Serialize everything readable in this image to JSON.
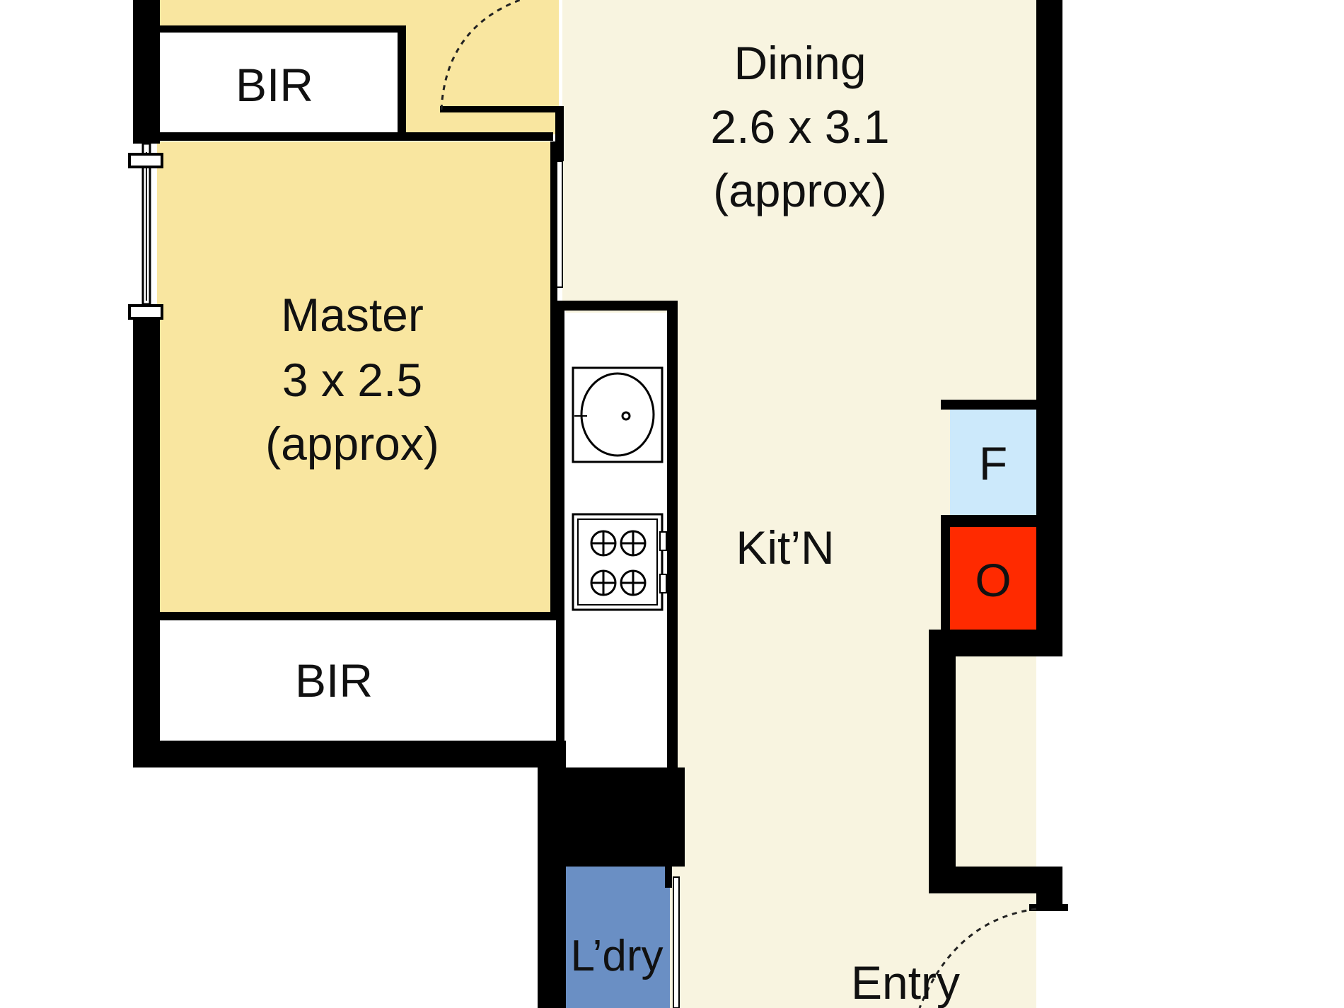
{
  "colors": {
    "bedroom": "#f9e6a0",
    "living": "#f8f4e0",
    "fridge": "#cce9fb",
    "oven": "#ff2a00",
    "laundry": "#6a8fc4",
    "wall": "#000000",
    "robe": "#ffffff"
  },
  "rooms": {
    "dining": {
      "name": "Dining",
      "size": "2.6 x 3.1",
      "note": "(approx)"
    },
    "master": {
      "name": "Master",
      "size": "3 x 2.5",
      "note": "(approx)"
    },
    "bir_top": {
      "name": "BIR"
    },
    "bir_bottom": {
      "name": "BIR"
    },
    "kitchen": {
      "name": "Kit’N"
    },
    "laundry": {
      "name": "L’dry"
    },
    "entry": {
      "name": "Entry"
    }
  },
  "appliances": {
    "fridge": {
      "label": "F"
    },
    "oven": {
      "label": "O"
    }
  },
  "icons": [
    "sink-icon",
    "cooktop-icon",
    "door-swing-icon",
    "window-icon"
  ]
}
